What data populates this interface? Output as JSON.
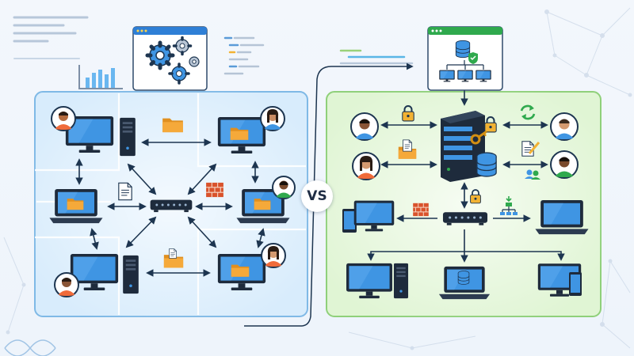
{
  "vs_label": "VS",
  "colors": {
    "p2p_panel": "#dcefff",
    "p2p_border": "#7fb9e6",
    "cs_panel": "#e3f6d8",
    "cs_border": "#8fd07a",
    "screen": "#3f95e3",
    "device_dark": "#1e2b3c",
    "folder": "#f5a93a",
    "arrow": "#1d3550",
    "firewall": "#d9532c",
    "lock": "#f2b233",
    "accent_green": "#2fa94d"
  },
  "p2p_network": {
    "peers": [
      "peer-top-left",
      "peer-top-right",
      "peer-mid-left",
      "peer-mid-right",
      "peer-bottom-left",
      "peer-bottom-right"
    ],
    "shared_icons": [
      "folder-icon",
      "document-icon",
      "firewall-icon",
      "folder-icon"
    ]
  },
  "client_server_network": {
    "users": [
      "user-left-1",
      "user-left-2",
      "user-right-1",
      "user-right-2"
    ],
    "devices": [
      "tablet-monitor",
      "laptop-right",
      "pc-bottom",
      "laptop-bottom",
      "monitor-phone"
    ],
    "icons": [
      "lock-icon",
      "key-icon",
      "database-icon",
      "sync-icon",
      "edit-document-icon",
      "shield-icon",
      "firewall-icon"
    ]
  }
}
